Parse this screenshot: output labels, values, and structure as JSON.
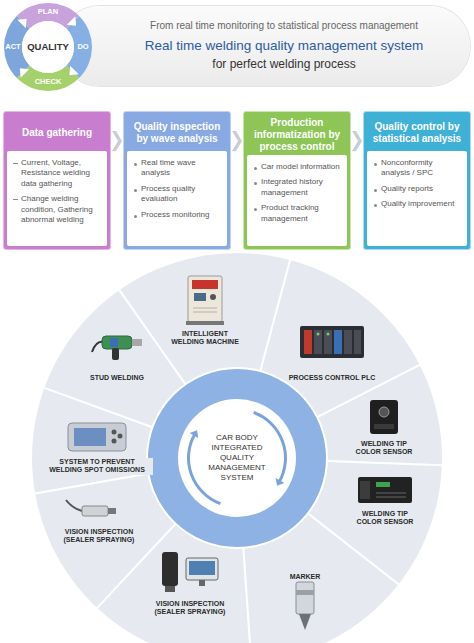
{
  "diagram": {
    "nodes": [
      {
        "text": [
          "PLAN"
        ]
      },
      {
        "text": [
          "DO"
        ]
      },
      {
        "text": [
          "CHECK"
        ]
      },
      {
        "text": [
          "ACT"
        ]
      },
      {
        "text": [
          "QUALITY"
        ]
      },
      {
        "text": [
          "From real time monitoring to statistical process management",
          "Real time welding quality management system",
          "for perfect welding process"
        ]
      },
      {
        "text": [
          "Data gathering",
          "Current, Voltage, Resistance welding data gathering",
          "Change welding condition, Gathering abnormal welding"
        ]
      },
      {
        "text": [
          "Quality inspection by wave analysis",
          "Real time wave analysis",
          "Process quality evaluation",
          "Process monitoring"
        ]
      },
      {
        "text": [
          "Production informatization by process control",
          "Car model information",
          "Integrated history management",
          "Product tracking management"
        ]
      },
      {
        "text": [
          "Quality control by statistical analysis",
          "Nonconformity analysis / SPC",
          "Quality reports",
          "Quality improvement"
        ]
      },
      {
        "text": [
          "CAR BODY INTEGRATED QUALITY MANAGEMENT SYSTEM"
        ]
      }
    ],
    "edges": [
      {
        "from": 6,
        "to": 7,
        "arrow": "to"
      },
      {
        "from": 7,
        "to": 8,
        "arrow": "to"
      },
      {
        "from": 8,
        "to": 9,
        "arrow": "to"
      }
    ],
    "labels": [
      "INTELLIGENT WELDING MACHINE",
      "STUD WELDING",
      "PROCESS CONTROL PLC",
      "WELDING TIP COLOR SENSOR",
      "SYSTEM TO PREVENT WELDING SPOT OMISSIONS",
      "WELDING TIP COLOR SENSOR",
      "VISION INSPECTION (SEALER SPRAYING)",
      "MARKER",
      "VISION INSPECTION (SEALER SPRAYING)"
    ]
  }
}
